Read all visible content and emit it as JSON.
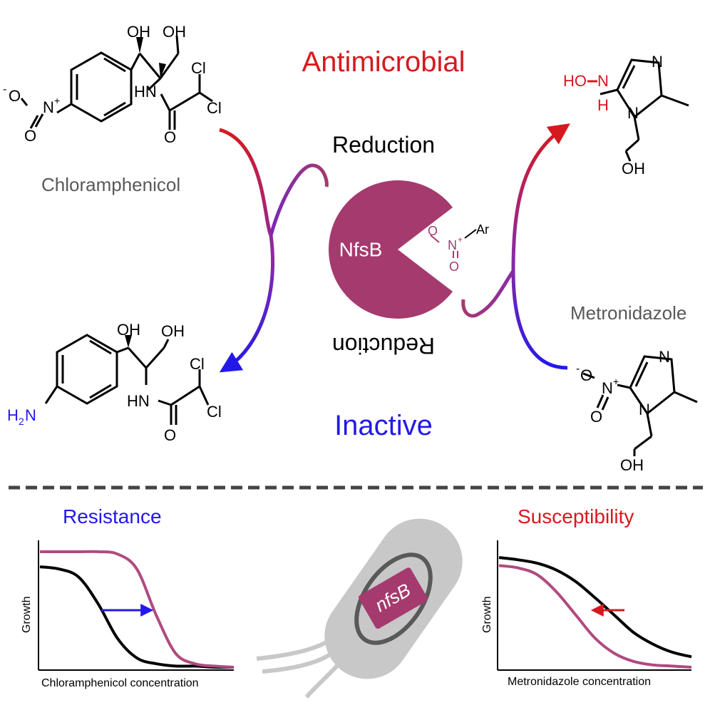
{
  "header": {
    "antimicrobial": "Antimicrobial",
    "inactive": "Inactive"
  },
  "enzyme": {
    "name": "NfsB",
    "reaction_top": "Reduction",
    "reaction_bottom": "Reduction",
    "substrate_o_minus": "-",
    "substrate_o": "O",
    "substrate_n": "N",
    "substrate_n_plus": "+",
    "substrate_ar": "Ar",
    "substrate_o2": "O"
  },
  "compounds": {
    "chloramphenicol": "Chloramphenicol",
    "metronidazole": "Metronidazole"
  },
  "atoms": {
    "oh": "OH",
    "hn": "HN",
    "cl": "Cl",
    "o": "O",
    "n": "N",
    "h": "H",
    "ho": "HO",
    "h2n_h": "H",
    "h2n_2": "2",
    "h2n_n": "N",
    "minus": "-",
    "plus": "+"
  },
  "panels": {
    "left": {
      "title": "Resistance",
      "xlabel": "Chloramphenicol concentration",
      "ylabel": "Growth"
    },
    "right": {
      "title": "Susceptibility",
      "xlabel": "Metronidazole concentration",
      "ylabel": "Growth"
    }
  },
  "cell": {
    "gene_label": "nfsB"
  },
  "colors": {
    "antimicrobial_red": "#d6191f",
    "inactive_blue": "#2418e8",
    "enzyme_magenta": "#a53a6e",
    "curve_magenta": "#b04a80",
    "label_gray": "#595959",
    "divider": "#444444",
    "cell_gray": "#c8c8c8",
    "plasmid_gray": "#595959"
  },
  "chart_data": [
    {
      "type": "line",
      "title": "Resistance",
      "xlabel": "Chloramphenicol concentration",
      "ylabel": "Growth",
      "series": [
        {
          "color": "black",
          "x": [
            0,
            0.1,
            0.2,
            0.3,
            0.4,
            0.5,
            0.6,
            0.7,
            0.8,
            0.9,
            1.0
          ],
          "values": [
            0.87,
            0.85,
            0.78,
            0.55,
            0.25,
            0.08,
            0.03,
            0.01,
            0.01,
            0.0,
            0.0
          ]
        },
        {
          "color": "magenta",
          "x": [
            0,
            0.1,
            0.2,
            0.3,
            0.4,
            0.5,
            0.6,
            0.7,
            0.8,
            0.9,
            1.0
          ],
          "values": [
            1.0,
            1.0,
            1.0,
            1.0,
            0.98,
            0.85,
            0.45,
            0.12,
            0.03,
            0.01,
            0.0
          ]
        }
      ],
      "annotation": "arrow pointing right from black to magenta curve"
    },
    {
      "type": "line",
      "title": "Susceptibility",
      "xlabel": "Metronidazole concentration",
      "ylabel": "Growth",
      "series": [
        {
          "color": "black",
          "x": [
            0,
            0.1,
            0.2,
            0.3,
            0.4,
            0.5,
            0.6,
            0.7,
            0.8,
            0.9,
            1.0
          ],
          "values": [
            0.95,
            0.93,
            0.9,
            0.84,
            0.74,
            0.6,
            0.45,
            0.3,
            0.2,
            0.13,
            0.09
          ]
        },
        {
          "color": "magenta",
          "x": [
            0,
            0.1,
            0.2,
            0.3,
            0.4,
            0.5,
            0.6,
            0.7,
            0.8,
            0.9,
            1.0
          ],
          "values": [
            0.88,
            0.86,
            0.8,
            0.65,
            0.45,
            0.25,
            0.12,
            0.05,
            0.02,
            0.01,
            0.0
          ]
        }
      ],
      "annotation": "arrow pointing left from black to magenta curve"
    }
  ]
}
